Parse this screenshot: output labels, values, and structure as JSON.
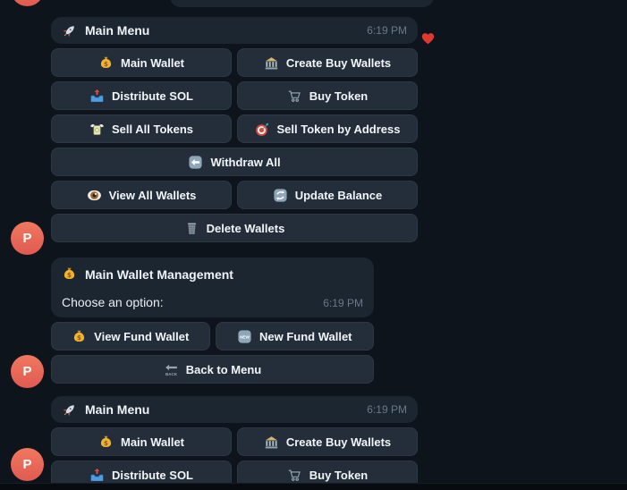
{
  "app": "telegram-bot-chat",
  "theme": {
    "background": "#0d141c",
    "bubble": "#1c2631",
    "button": "#232e3a",
    "text": "#eef3f6",
    "timestamp": "#6b7885",
    "avatar_color": "#e8685f",
    "heart_color": "#e0382e"
  },
  "avatar": {
    "letter": "P"
  },
  "reaction": {
    "icon": "red-heart-icon"
  },
  "messages": [
    {
      "id": "main-menu-1",
      "title": "Main Menu",
      "title_icon": "rocket-icon",
      "time": "6:19 PM",
      "keyboard": [
        [
          {
            "icon": "money-bag-icon",
            "label": "Main Wallet"
          },
          {
            "icon": "bank-icon",
            "label": "Create Buy Wallets"
          }
        ],
        [
          {
            "icon": "outbox-tray-icon",
            "label": "Distribute SOL"
          },
          {
            "icon": "shopping-cart-icon",
            "label": "Buy Token"
          }
        ],
        [
          {
            "icon": "money-with-wings-icon",
            "label": "Sell All Tokens"
          },
          {
            "icon": "dart-target-icon",
            "label": "Sell Token by Address"
          }
        ],
        [
          {
            "icon": "left-arrow-icon",
            "label": "Withdraw All"
          }
        ],
        [
          {
            "icon": "eye-icon",
            "label": "View All Wallets"
          },
          {
            "icon": "refresh-icon",
            "label": "Update Balance"
          }
        ],
        [
          {
            "icon": "wastebasket-icon",
            "label": "Delete Wallets"
          }
        ]
      ]
    },
    {
      "id": "wallet-management",
      "title": "Main Wallet Management",
      "title_icon": "money-bag-icon",
      "subtitle": "Choose an option:",
      "time": "6:19 PM",
      "keyboard": [
        [
          {
            "icon": "money-bag-icon",
            "label": "View Fund Wallet"
          },
          {
            "icon": "new-badge-icon",
            "label": "New Fund Wallet"
          }
        ],
        [
          {
            "icon": "back-arrow-icon",
            "label": "Back to Menu"
          }
        ]
      ]
    },
    {
      "id": "main-menu-2",
      "title": "Main Menu",
      "title_icon": "rocket-icon",
      "time": "6:19 PM",
      "keyboard": [
        [
          {
            "icon": "money-bag-icon",
            "label": "Main Wallet"
          },
          {
            "icon": "bank-icon",
            "label": "Create Buy Wallets"
          }
        ],
        [
          {
            "icon": "outbox-tray-icon",
            "label": "Distribute SOL"
          },
          {
            "icon": "shopping-cart-icon",
            "label": "Buy Token"
          }
        ]
      ]
    }
  ]
}
